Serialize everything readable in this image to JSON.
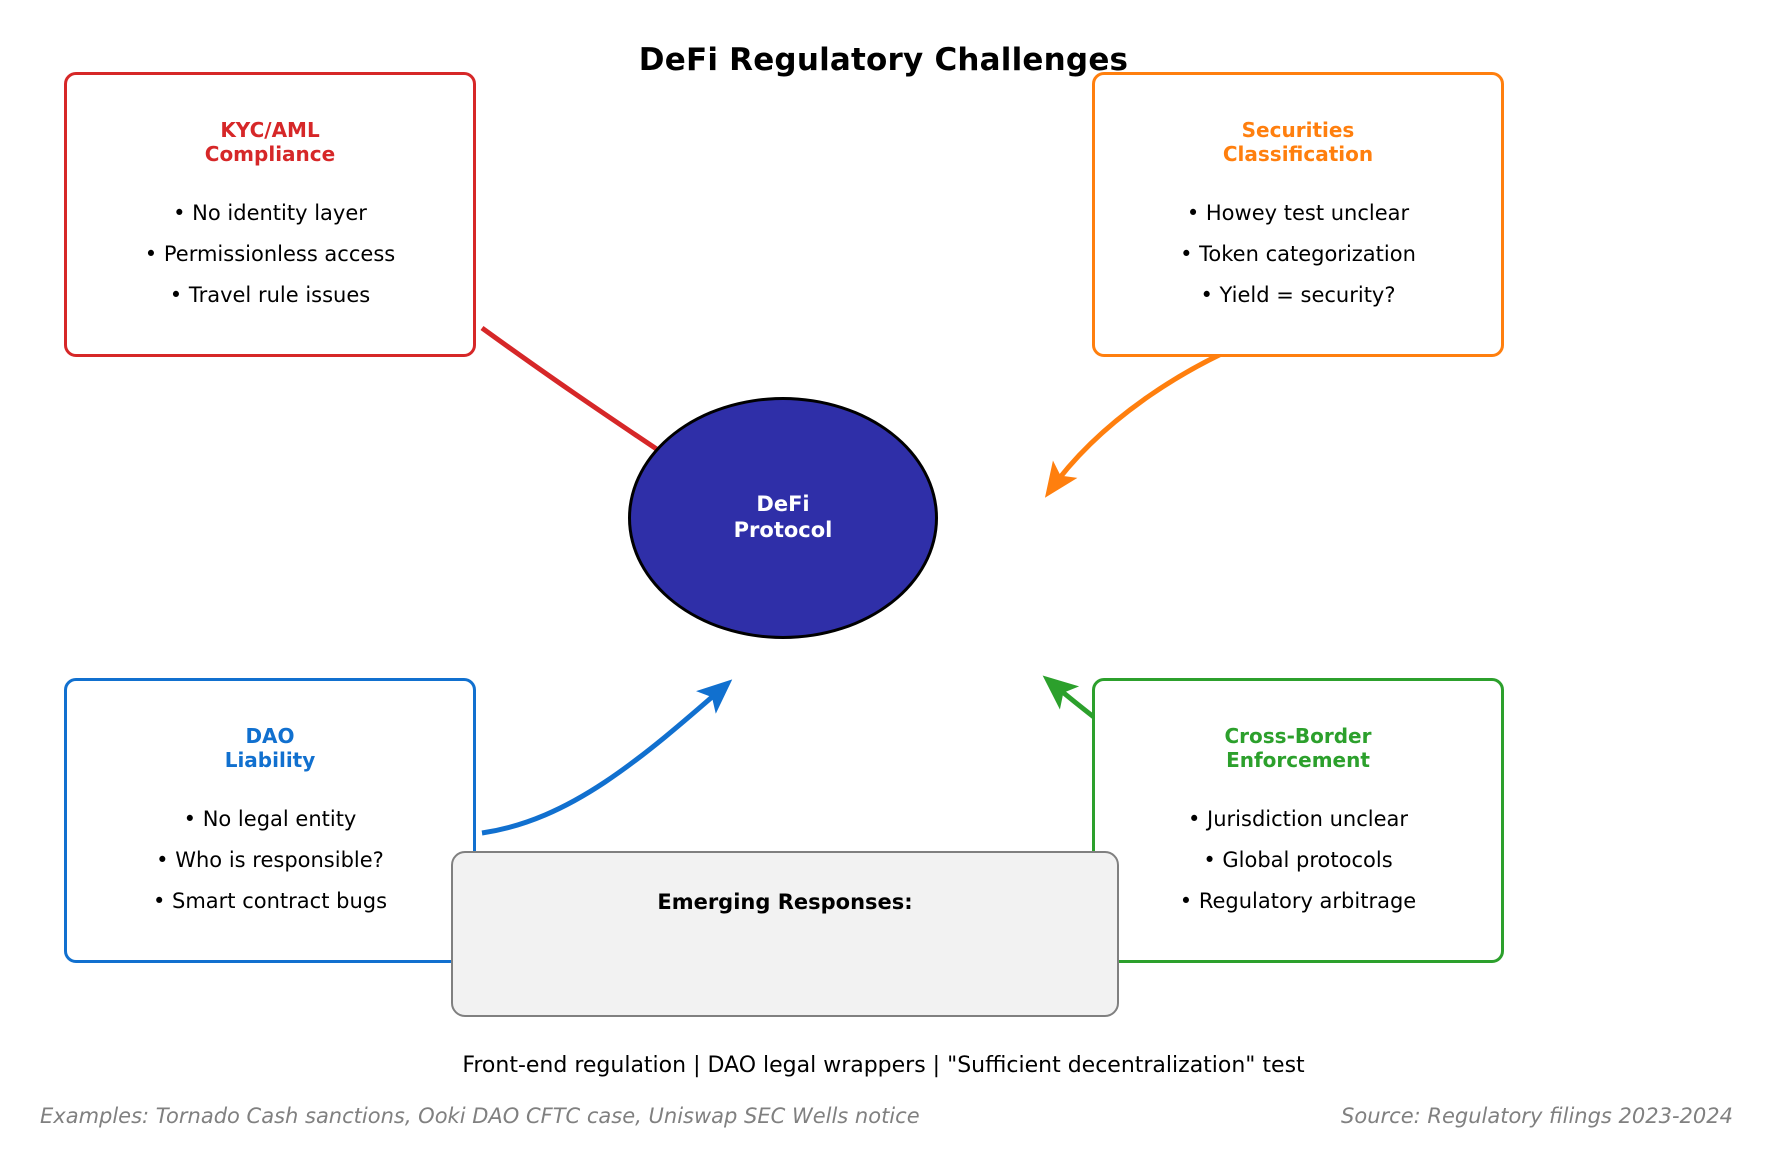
{
  "title": "DeFi Regulatory Challenges",
  "center": {
    "label": "DeFi\nProtocol",
    "fill_color": "#2f2fa8",
    "text_color": "#ffffff"
  },
  "boxes": [
    {
      "id": "kyc",
      "title": "KYC/AML\nCompliance",
      "color": "#d62728",
      "bullets": [
        "• No identity layer",
        "• Permissionless access",
        "• Travel rule issues"
      ]
    },
    {
      "id": "securities",
      "title": "Securities\nClassification",
      "color": "#ff7f0e",
      "bullets": [
        "• Howey test unclear",
        "• Token categorization",
        "• Yield = security?"
      ]
    },
    {
      "id": "dao",
      "title": "DAO\nLiability",
      "color": "#1170cf",
      "bullets": [
        "• No legal entity",
        "• Who is responsible?",
        "• Smart contract bugs"
      ]
    },
    {
      "id": "crossborder",
      "title": "Cross-Border\nEnforcement",
      "color": "#2ca02c",
      "bullets": [
        "• Jurisdiction unclear",
        "• Global protocols",
        "• Regulatory arbitrage"
      ]
    }
  ],
  "responses": {
    "heading": "Emerging Responses:",
    "detail": "Front-end regulation | DAO legal wrappers | \"Sufficient decentralization\" test"
  },
  "footers": {
    "examples": "Examples: Tornado Cash sanctions, Ooki DAO CFTC case, Uniswap SEC Wells notice",
    "source": "Source: Regulatory filings 2023-2024"
  }
}
